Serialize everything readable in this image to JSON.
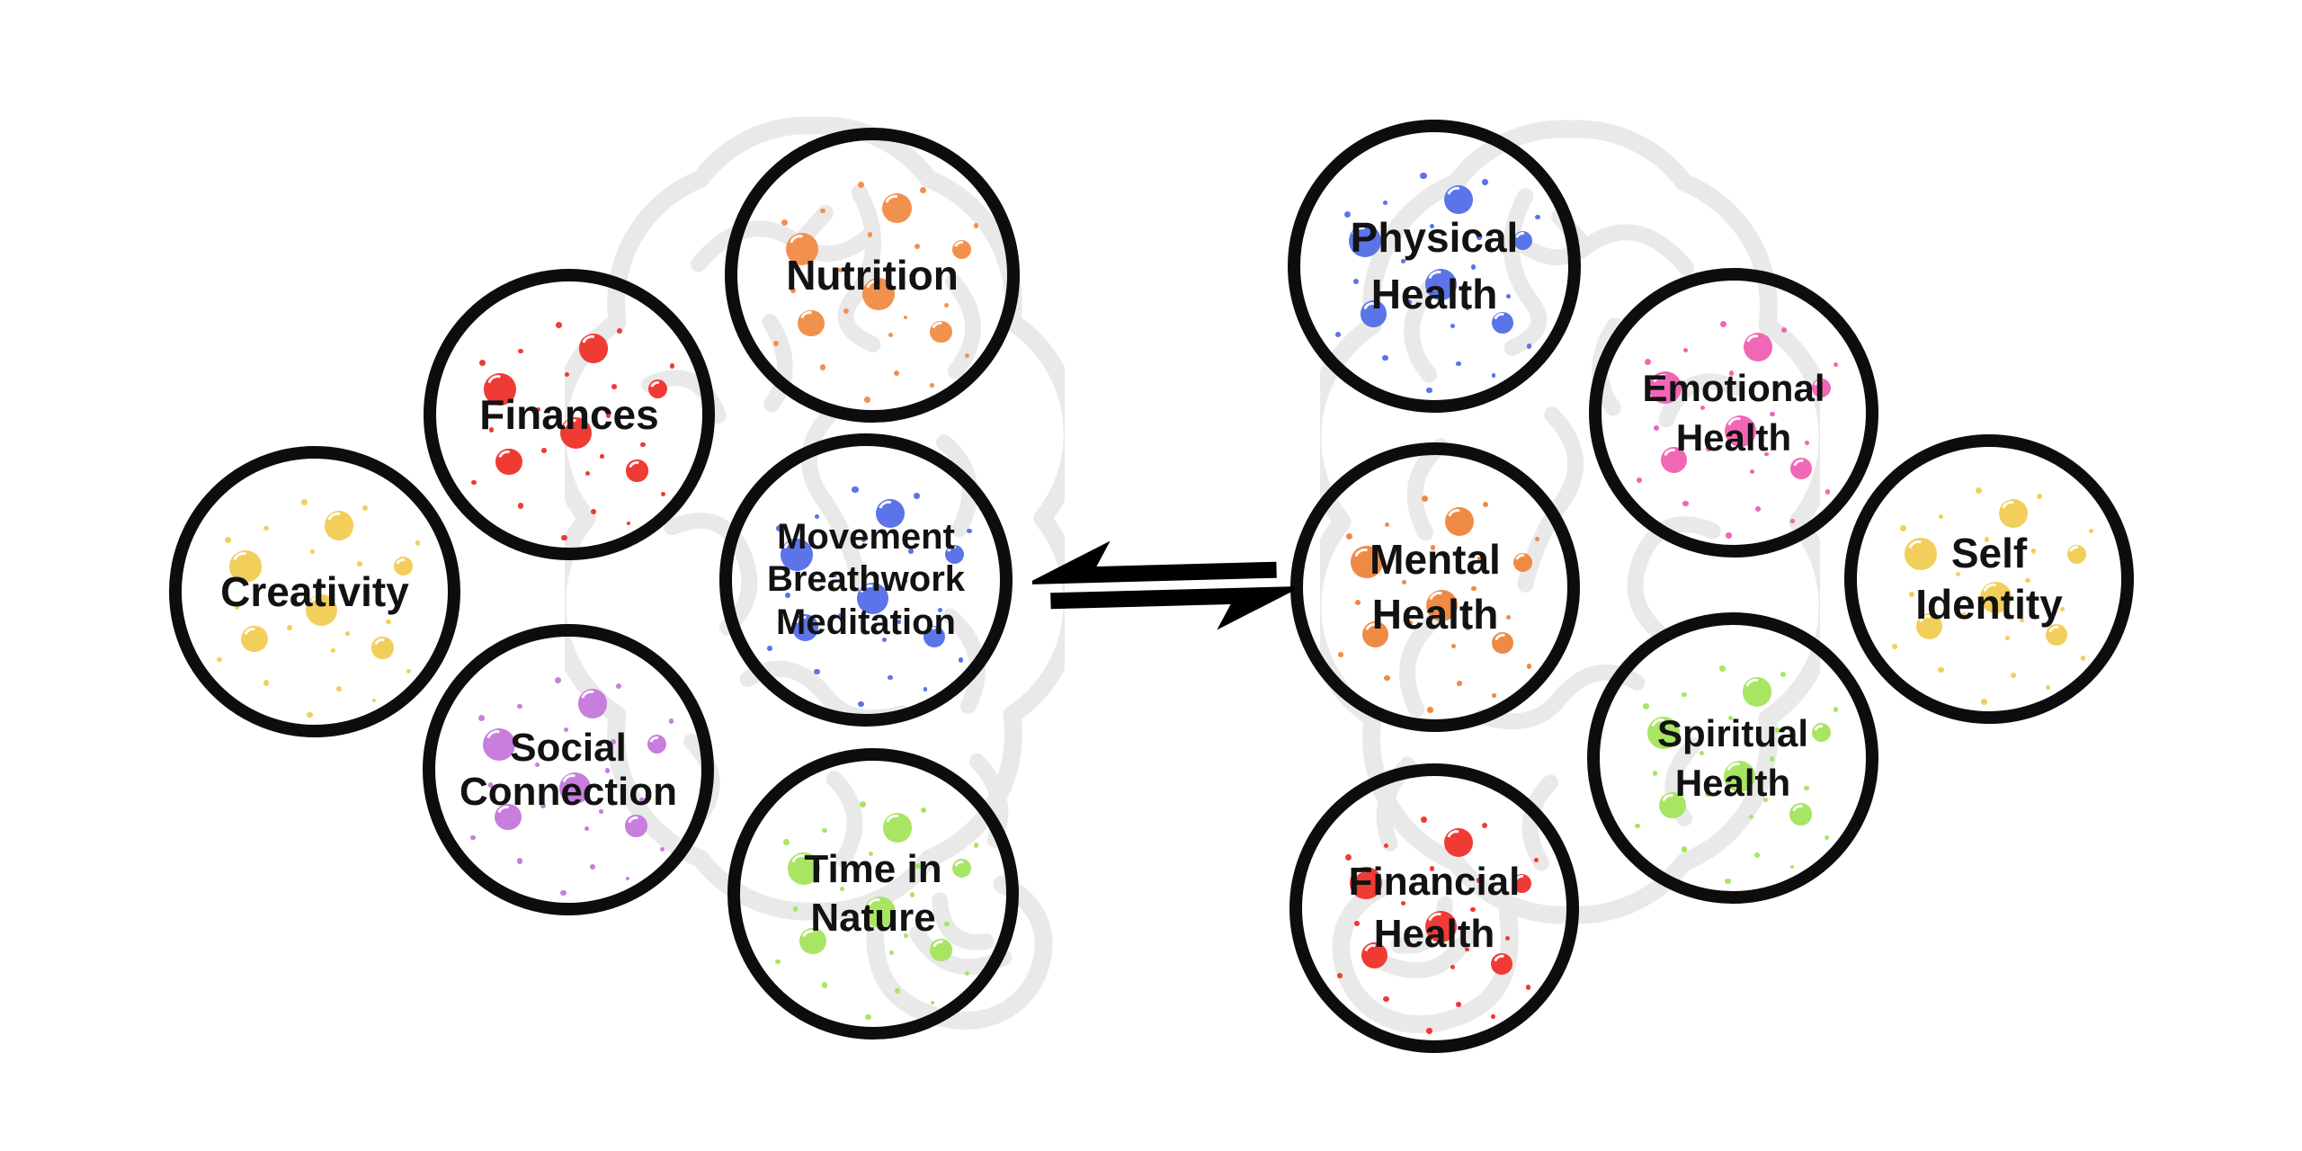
{
  "diagram": {
    "background_color": "#ffffff",
    "circle_border_color": "#0d0d0d",
    "text_color": "#121212",
    "brain_outline_color": "#e9e9e9",
    "arrow_color": "#000000",
    "arrow_icon": "equilibrium-double-arrow-icon",
    "left_brain_icon": "brain-outline-icon",
    "right_brain_icon": "brain-outline-icon"
  },
  "circles": [
    {
      "id": "creativity",
      "label": "Creativity",
      "lines": [
        "Creativity"
      ],
      "dot_color": "#F2CF5B",
      "dot_icon": "sparkle-dots"
    },
    {
      "id": "finances",
      "label": "Finances",
      "lines": [
        "Finances"
      ],
      "dot_color": "#F03A34",
      "dot_icon": "sparkle-dots"
    },
    {
      "id": "social-connection",
      "label": "Social Connection",
      "lines": [
        "Social",
        "Connection"
      ],
      "dot_color": "#C77EDD",
      "dot_icon": "sparkle-dots"
    },
    {
      "id": "nutrition",
      "label": "Nutrition",
      "lines": [
        "Nutrition"
      ],
      "dot_color": "#F2914D",
      "dot_icon": "sparkle-dots"
    },
    {
      "id": "movement-breathwork-meditation",
      "label": "Movement Breathwork Meditation",
      "lines": [
        "Movement",
        "Breathwork",
        "Meditation"
      ],
      "dot_color": "#5B74E8",
      "dot_icon": "sparkle-dots"
    },
    {
      "id": "time-in-nature",
      "label": "Time in Nature",
      "lines": [
        "Time in",
        "Nature"
      ],
      "dot_color": "#A8E563",
      "dot_icon": "sparkle-dots"
    },
    {
      "id": "physical-health",
      "label": "Physical Health",
      "lines": [
        "Physical",
        "Health"
      ],
      "dot_color": "#5B74E8",
      "dot_icon": "sparkle-dots"
    },
    {
      "id": "mental-health",
      "label": "Mental Health",
      "lines": [
        "Mental",
        "Health"
      ],
      "dot_color": "#EF8A45",
      "dot_icon": "sparkle-dots"
    },
    {
      "id": "financial-health",
      "label": "Financial Health",
      "lines": [
        "Financial",
        "Health"
      ],
      "dot_color": "#F03A34",
      "dot_icon": "sparkle-dots"
    },
    {
      "id": "emotional-health",
      "label": "Emotional Health",
      "lines": [
        "Emotional",
        "Health"
      ],
      "dot_color": "#F266B6",
      "dot_icon": "sparkle-dots"
    },
    {
      "id": "spiritual-health",
      "label": "Spiritual Health",
      "lines": [
        "Spiritual",
        "Health"
      ],
      "dot_color": "#A8E563",
      "dot_icon": "sparkle-dots"
    },
    {
      "id": "self-identity",
      "label": "Self Identity",
      "lines": [
        "Self",
        "Identity"
      ],
      "dot_color": "#F2CF5B",
      "dot_icon": "sparkle-dots"
    }
  ]
}
